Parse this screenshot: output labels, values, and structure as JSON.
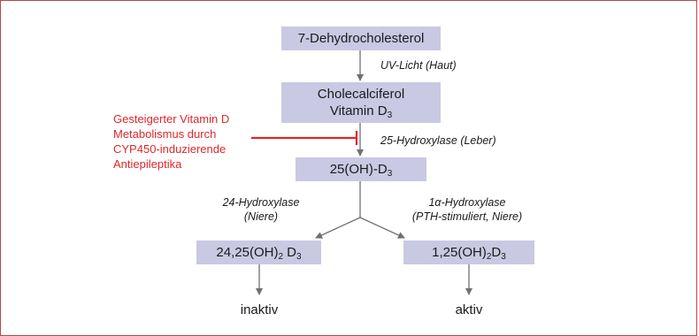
{
  "nodes": {
    "dehydro": "7-Dehydrocholesterol",
    "chole_line1": "Cholecalciferol",
    "chole_line2": "Vitamin D",
    "chole_sub": "3",
    "hydroxy25_a": "25(OH)-D",
    "hydroxy25_sub": "3",
    "di24_a": "24,25(OH)",
    "di24_sub1": "2",
    "di24_b": " D",
    "di24_sub2": "3",
    "di1_a": "1,25(OH)",
    "di1_sub1": "2",
    "di1_b": "D",
    "di1_sub2": "3"
  },
  "labels": {
    "uv": "UV-Licht (Haut)",
    "hydroxylase25": "25-Hydroxylase (Leber)",
    "hydroxylase24_line1": "24-Hydroxylase",
    "hydroxylase24_line2": "(Niere)",
    "hydroxylase1a_line1": "1α-Hydroxylase",
    "hydroxylase1a_line2": "(PTH-stimuliert, Niere)"
  },
  "outcomes": {
    "inactive": "inaktiv",
    "active": "aktiv"
  },
  "note": {
    "lines": [
      "Gesteigerter Vitamin D",
      "Metabolismus durch",
      "CYP450-induzierende",
      "Antiepileptika"
    ]
  },
  "colors": {
    "box_fill": "#c9c9e4",
    "note_red": "#e0262a",
    "arrow_gray": "#707070",
    "frame": "#b5494d"
  }
}
